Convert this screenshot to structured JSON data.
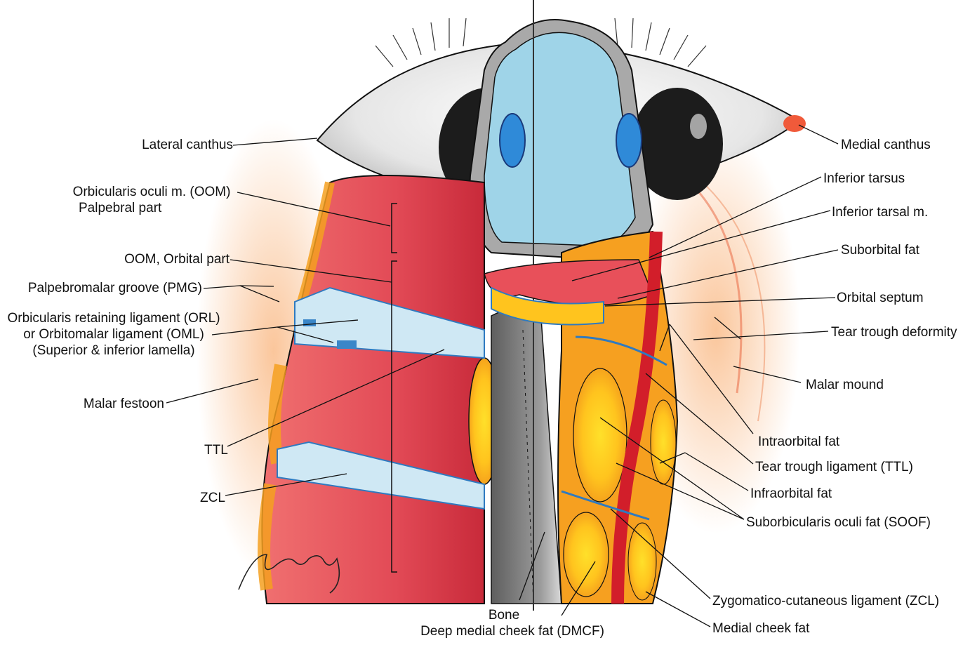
{
  "labels": {
    "lateral_canthus": "Lateral canthus",
    "oom_1": "Orbicularis oculi m. (OOM)",
    "oom_2": "Palpebral part",
    "oom_orbital": "OOM, Orbital part",
    "pmg": "Palpebromalar groove (PMG)",
    "orl_1": "Orbicularis retaining ligament (ORL)",
    "orl_2": "or Orbitomalar ligament (OML)",
    "orl_3": "(Superior & inferior lamella)",
    "malar_festoon": "Malar festoon",
    "ttl_left": "TTL",
    "zcl_left": "ZCL",
    "medial_canthus": "Medial canthus",
    "inferior_tarsus": "Inferior tarsus",
    "inferior_tarsal_m": "Inferior tarsal m.",
    "suborbital_fat": "Suborbital fat",
    "orbital_septum": "Orbital septum",
    "tear_trough_deformity": "Tear trough deformity",
    "malar_mound": "Malar mound",
    "intraorbital_fat": "Intraorbital fat",
    "tear_trough_ligament": "Tear trough ligament (TTL)",
    "infraorbital_fat": "Infraorbital fat",
    "soof": "Suborbicularis oculi fat (SOOF)",
    "zcl_right": "Zygomatico-cutaneous ligament (ZCL)",
    "medial_cheek_fat": "Medial cheek fat",
    "bone": "Bone",
    "dmcf": "Deep medial cheek fat (DMCF)"
  },
  "colors": {
    "muscle": "#e8505a",
    "muscle_dark": "#c8283a",
    "fat_outer": "#f6a020",
    "fat_inner": "#ffd21e",
    "ligament": "#bfe0f0",
    "ligament_edge": "#3a86c8",
    "globe": "#eaeaea",
    "cornea": "#8fd0e6",
    "iris": "#1e1e1e",
    "pupil_blue": "#2f8ad8",
    "skin_blush": "#f2a070",
    "bone": "#8a8a8a",
    "ink": "#111111"
  }
}
